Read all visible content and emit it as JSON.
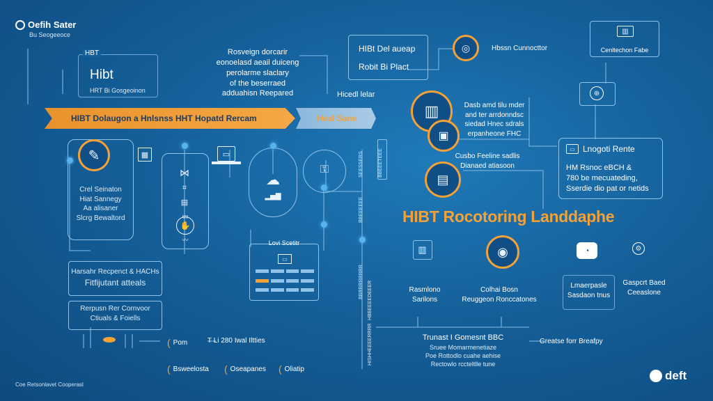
{
  "brand": {
    "name": "Oefih Sater",
    "tagline": "Bu Seogeeoce"
  },
  "left_card": {
    "small_label": "HBT",
    "title": "Hibt",
    "subtitle": "HRT Bi Gosgeoinon"
  },
  "callout_paragraph": {
    "lines": [
      "Rosveign dorcarir",
      "eonoelasd aeail duiceng",
      "perolarme slaclary",
      "of the beserraed",
      "adduahisn Reepared"
    ]
  },
  "top_box": {
    "line1": "HIBt Del aueap",
    "line2": "Robit Bi Plact"
  },
  "top_label": "Hbssn Cunnocttor",
  "top_right_box": {
    "label": "Cenltechon Fabe"
  },
  "middle_label": "Hicedl lelar",
  "banner": {
    "main": "HIBT Dolaugon a Hnlsnss HHT Hopatd Rercam",
    "tab": "Heal Sane"
  },
  "left_column_text": [
    "Crel Seinaton",
    "Hiat Sannegy",
    "Aa alisaner",
    "Slcrg Bewaltord"
  ],
  "left_boxes": [
    {
      "line1": "Harsahr Recpenct & HACHs",
      "line2": "Fitfijutant atteals"
    },
    {
      "line1": "Rerpusn Rer Cornvoor",
      "line2": "Ctiuals & Foiells"
    }
  ],
  "small_card_title": "Lovi Scetitr",
  "right_cluster_text": [
    "Dasb amd tilu mder",
    "and ter arrdonndsc",
    "siedad Hnec sdrals",
    "erpanheone FHC",
    "Cusbo Feeline sadlis",
    "Dianaed atiasoon"
  ],
  "right_card": {
    "title": "Lnogoti Rente",
    "lines": [
      "HM Rsnoc eBCH &",
      "780 be mecuateding,",
      "Sserdie dio pat or netids"
    ]
  },
  "main_title": "HIBT Rocotoring Landdaphe",
  "vertical_tags": [
    "SEESSERS",
    "BBEEETEEE",
    "BBEEEEEE",
    "BBRRRRRRRR",
    "HBBEEEEDEEER",
    "HISHHEEEERRRREERR"
  ],
  "bottom_icon_labels": [
    {
      "line1": "Rasmlono",
      "line2": "Sarilons"
    },
    {
      "line1": "Colhai Bosn",
      "line2": "Reuggeon Ronccatones"
    },
    {
      "line1": "Lmaerpasle",
      "line2": "Sasdaon tnus"
    },
    {
      "line1": "Gaspcrt Baed",
      "line2": "Ceeaslone"
    }
  ],
  "bottom_center_text": {
    "title": "Trunast I Gomesnt BBC",
    "line1": "Sruee Momarmenetiaze",
    "line2": "Poe Rottodlo cuahe aehise",
    "line3": "Rectowlo rccteltlle tune"
  },
  "bottom_right_label": "Greatse forr Breafpy",
  "bottom_row": [
    "Pom",
    "T Li 280 Iwal Iltties",
    "Bsweelosta",
    "Oseapanes",
    "Oliatip"
  ],
  "footer": {
    "left": "Coe Retsonlavet Cooperasl",
    "logo": "deft"
  },
  "colors": {
    "accent": "#f3a23a",
    "line": "#7fb7e2",
    "bg": "#15609a"
  }
}
